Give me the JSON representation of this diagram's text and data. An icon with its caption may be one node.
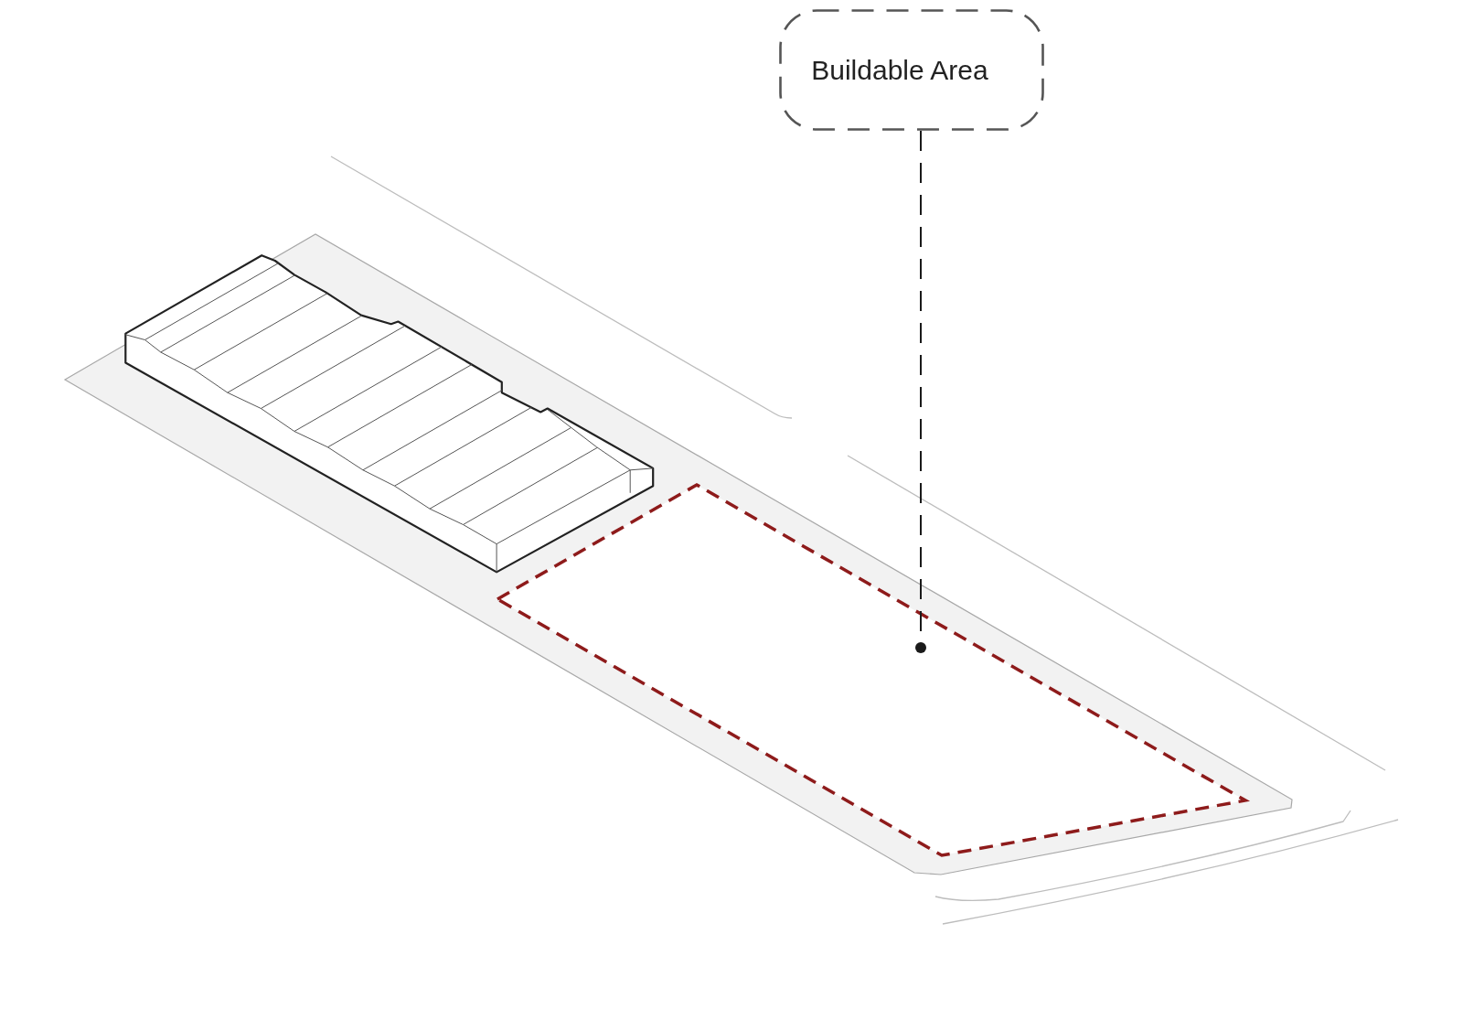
{
  "diagram": {
    "nodes": [
      {
        "text": [
          "Buildable Area"
        ]
      },
      {
        "text": [],
        "shape": "box"
      }
    ],
    "edges": [
      {
        "from": 0,
        "to": 1,
        "arrow": "other",
        "style": "dashed"
      }
    ]
  }
}
